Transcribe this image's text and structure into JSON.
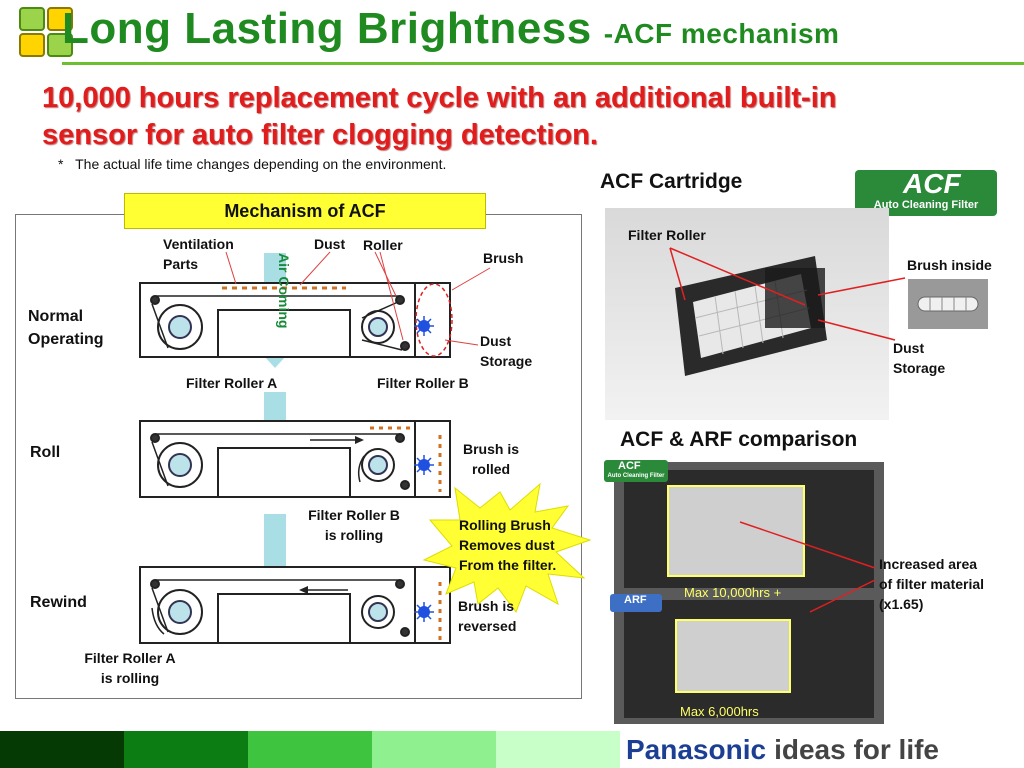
{
  "header": {
    "title": "Long Lasting Brightness",
    "title_suffix": "-ACF mechanism",
    "subtitle_line1": "10,000 hours replacement cycle with an additional built-in",
    "subtitle_line2": "sensor for auto filter clogging detection.",
    "note_mark": "*",
    "note": "The actual life time changes depending on the environment."
  },
  "mechanism": {
    "box_title": "Mechanism of ACF",
    "air_coming": "Air Coming",
    "labels": {
      "ventilation_1": "Ventilation",
      "ventilation_2": "Parts",
      "dust": "Dust",
      "roller": "Roller",
      "brush": "Brush",
      "dust_storage_1": "Dust",
      "dust_storage_2": "Storage",
      "filter_roller_a": "Filter Roller A",
      "filter_roller_b": "Filter Roller B",
      "brush_rolled_1": "Brush is",
      "brush_rolled_2": "rolled",
      "roller_b_rolling_1": "Filter Roller B",
      "roller_b_rolling_2": "is rolling",
      "brush_reversed_1": "Brush is",
      "brush_reversed_2": "reversed",
      "roller_a_rolling_1": "Filter Roller A",
      "roller_a_rolling_2": "is rolling"
    },
    "states": [
      "Normal",
      "Operating",
      "Roll",
      "Rewind"
    ],
    "starburst": [
      "Rolling Brush",
      "Removes dust",
      "From the filter."
    ]
  },
  "cartridge": {
    "heading": "ACF Cartridge",
    "filter_roller": "Filter Roller",
    "brush_inside": "Brush inside",
    "dust_storage_1": "Dust",
    "dust_storage_2": "Storage"
  },
  "logo": {
    "acf": "ACF",
    "acf_full": "Auto Cleaning Filter",
    "arf": "ARF"
  },
  "comparison": {
    "heading": "ACF & ARF comparison",
    "max_acf": "Max 10,000hrs +",
    "max_arf": "Max 6,000hrs",
    "increase_1": "Increased area",
    "increase_2": "of filter material",
    "increase_3": "(x1.65)"
  },
  "footer": {
    "brand": "Panasonic",
    "tagline": "ideas for life",
    "colors": [
      "#053a05",
      "#0b7d12",
      "#3ec43e",
      "#8ef08e",
      "#c8ffc8"
    ]
  }
}
